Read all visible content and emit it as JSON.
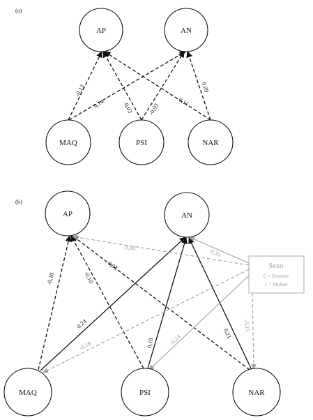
{
  "panel_a": {
    "label": "(a)",
    "nodes": {
      "ap": "AP",
      "an": "AN",
      "maq": "MAQ",
      "psi": "PSI",
      "nar": "NAR"
    },
    "paths": [
      {
        "from": "maq",
        "to": "ap",
        "coef": "-0,13",
        "style": "dashed"
      },
      {
        "from": "maq",
        "to": "an",
        "coef": "0,14",
        "style": "dashed"
      },
      {
        "from": "psi",
        "to": "ap",
        "coef": "-0,03",
        "style": "dashed"
      },
      {
        "from": "psi",
        "to": "an",
        "coef": "-0,03",
        "style": "dashed"
      },
      {
        "from": "nar",
        "to": "ap",
        "coef": "0,11",
        "style": "dashed"
      },
      {
        "from": "nar",
        "to": "an",
        "coef": "0,09",
        "style": "dashed"
      }
    ]
  },
  "panel_b": {
    "label": "(b)",
    "nodes": {
      "ap": "AP",
      "an": "AN",
      "maq": "MAQ",
      "psi": "PSI",
      "nar": "NAR"
    },
    "paths": [
      {
        "from": "maq",
        "to": "ap",
        "coef": "-0,10",
        "style": "dashed"
      },
      {
        "from": "maq",
        "to": "an",
        "coef": "0,24",
        "style": "solid"
      },
      {
        "from": "psi",
        "to": "ap",
        "coef": "-0,10",
        "style": "dashed"
      },
      {
        "from": "psi",
        "to": "an",
        "coef": "0,18",
        "style": "solid"
      },
      {
        "from": "nar",
        "to": "ap",
        "coef": "0,03",
        "style": "dashed"
      },
      {
        "from": "nar",
        "to": "an",
        "coef": "0,21",
        "style": "solid"
      },
      {
        "from": "sexo",
        "to": "ap",
        "coef": "-0,08",
        "style": "gray-dashed"
      },
      {
        "from": "sexo",
        "to": "an",
        "coef": "0,35",
        "style": "gray-solid"
      },
      {
        "from": "sexo",
        "to": "maq",
        "coef": "-0,18",
        "style": "gray-dashed"
      },
      {
        "from": "sexo",
        "to": "psi",
        "coef": "-0,24",
        "style": "gray-solid"
      },
      {
        "from": "sexo",
        "to": "nar",
        "coef": "-0,15",
        "style": "gray-dashed"
      }
    ],
    "sexo": {
      "title": "Sexo",
      "line1": "0 = Homem",
      "line2": "1 = Mulher"
    }
  },
  "colors": {
    "black": "#111111",
    "gray": "#a0a0a0"
  }
}
